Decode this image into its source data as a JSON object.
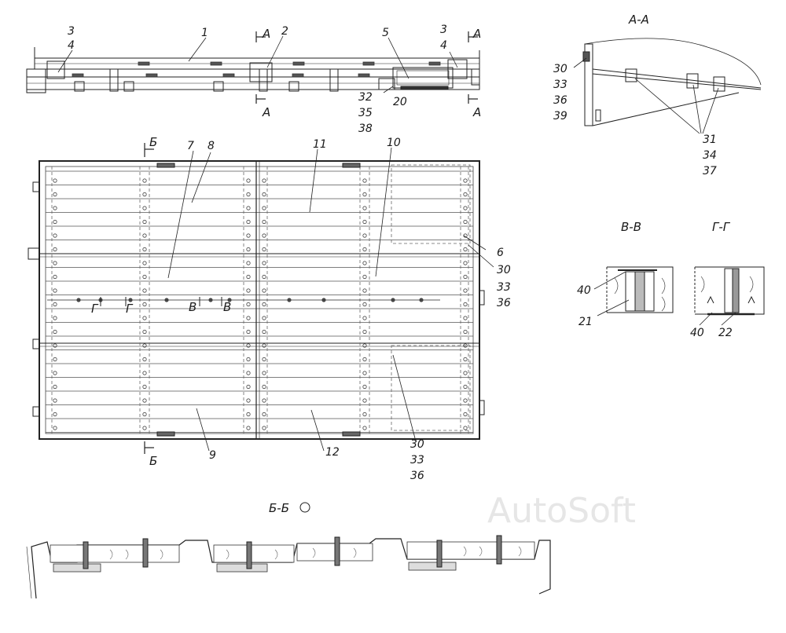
{
  "callouts": {
    "c1": "1",
    "c2": "2",
    "c3a": "3",
    "c4a": "4",
    "c3b": "3",
    "c4b": "4",
    "c5": "5",
    "c32": "32",
    "c35": "35",
    "c38": "38",
    "c20": "20",
    "c7": "7",
    "c8": "8",
    "c11": "11",
    "c10": "10",
    "c6": "6",
    "c30a": "30",
    "c33a": "33",
    "c36a": "36",
    "c9": "9",
    "c12": "12",
    "c30b": "30",
    "c33b": "33",
    "c36b": "36",
    "aa30": "30",
    "aa33": "33",
    "aa36": "36",
    "aa39": "39",
    "aa31": "31",
    "aa34": "34",
    "aa37": "37",
    "vv40": "40",
    "vv21": "21",
    "gg40": "40",
    "gg22": "22"
  },
  "section_marks": {
    "a_top1": "А",
    "a_bot1": "А",
    "a_top2": "А",
    "a_bot2": "А",
    "b_top": "Б",
    "b_bot": "Б",
    "g1": "Г",
    "g2": "Г",
    "v1": "В",
    "v2": "В"
  },
  "section_titles": {
    "aa": "А-А",
    "vv": "В-В",
    "gg": "Г-Г",
    "bb": "Б-Б"
  },
  "watermark": "AutoSoft"
}
